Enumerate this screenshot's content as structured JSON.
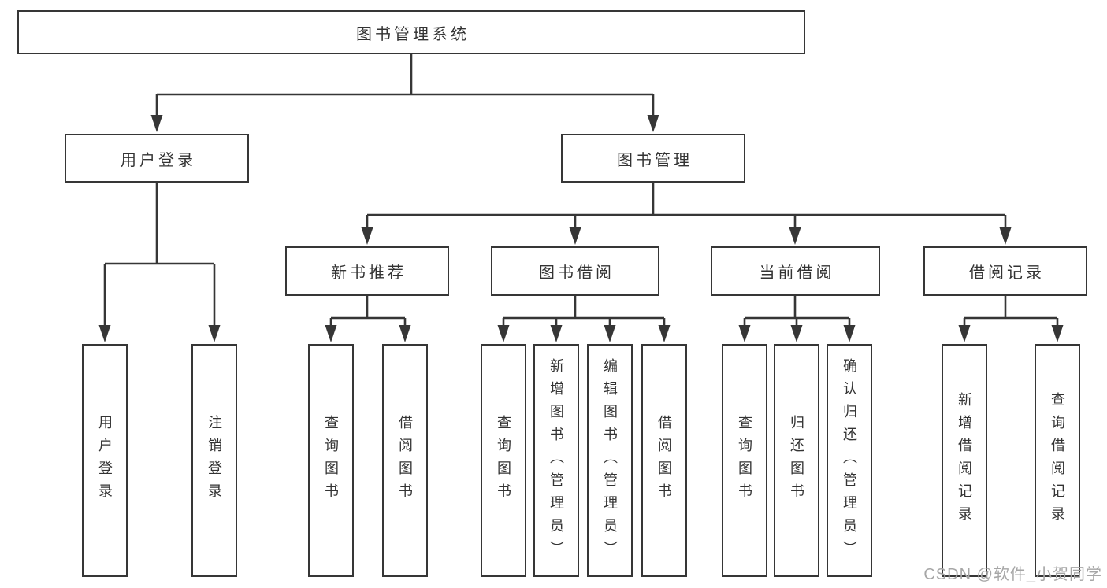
{
  "tree": {
    "root": {
      "label": "图书管理系统"
    },
    "branches": [
      {
        "label": "用户登录",
        "children": [
          {
            "label": "用户登录"
          },
          {
            "label": "注销登录"
          }
        ]
      },
      {
        "label": "图书管理",
        "children": [
          {
            "label": "新书推荐",
            "children": [
              {
                "label": "查询图书"
              },
              {
                "label": "借阅图书"
              }
            ]
          },
          {
            "label": "图书借阅",
            "children": [
              {
                "label": "查询图书"
              },
              {
                "label": "新增图书（管理员）"
              },
              {
                "label": "编辑图书（管理员）"
              },
              {
                "label": "借阅图书"
              }
            ]
          },
          {
            "label": "当前借阅",
            "children": [
              {
                "label": "查询图书"
              },
              {
                "label": "归还图书"
              },
              {
                "label": "确认归还（管理员）"
              }
            ]
          },
          {
            "label": "借阅记录",
            "children": [
              {
                "label": "新增借阅记录"
              },
              {
                "label": "查询借阅记录"
              }
            ]
          }
        ]
      }
    ]
  },
  "watermark": {
    "text": "CSDN @软件_小贺同学"
  },
  "colors": {
    "line": "#363636",
    "box_border": "#363636",
    "text": "#333333",
    "background": "#ffffff",
    "watermark": "#a6a6a6"
  }
}
